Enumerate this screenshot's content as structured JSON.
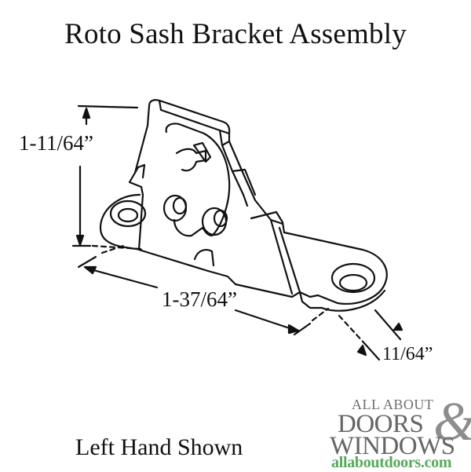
{
  "title": "Roto Sash Bracket Assembly",
  "dimensions": {
    "height": "1-11/64”",
    "length": "1-37/64”",
    "offset": "11/64”"
  },
  "caption": "Left Hand Shown",
  "watermark": {
    "line1": "ALL ABOUT",
    "line2": "DOORS",
    "ampersand": "&",
    "line3": "WINDOWS",
    "url": "allaboutdoors.com",
    "colors": {
      "text": "#666666",
      "url": "#58a85c"
    }
  }
}
